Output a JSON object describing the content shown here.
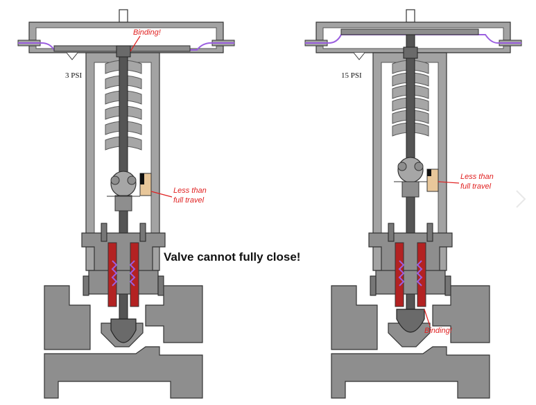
{
  "left": {
    "pressure": "3 PSI",
    "binding": "Binding!",
    "travel": [
      "Less than",
      "full travel"
    ]
  },
  "right": {
    "pressure": "15 PSI",
    "binding": "Binding!",
    "travel": [
      "Less than",
      "full travel"
    ]
  },
  "caption": "Valve cannot fully close!",
  "colors": {
    "body": "#8e8e8e",
    "packing": "#b32222",
    "diaphragm": "#9b5fe0",
    "label": "#e02020",
    "scale": "#e8c79a"
  }
}
